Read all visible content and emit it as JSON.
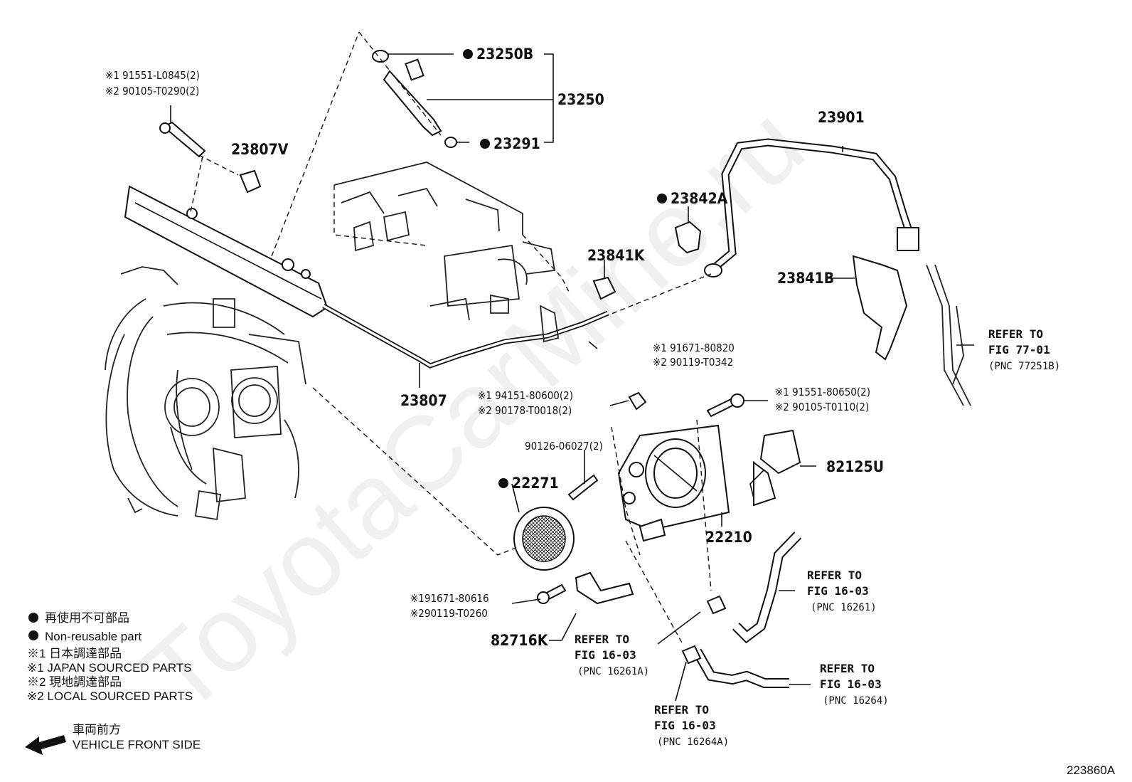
{
  "watermark": "ToyotaCarMine.ru",
  "figure_code": "223860A",
  "bullet": "●",
  "labels": {
    "p23250B": "23250B",
    "p23250": "23250",
    "p23291": "23291",
    "p23807V": "23807V",
    "p23842A": "23842A",
    "p23901": "23901",
    "p23841K": "23841K",
    "p23841B": "23841B",
    "p23807": "23807",
    "p22271": "22271",
    "p22210": "22210",
    "p82125U": "82125U",
    "p82716K": "82716K",
    "p90126": "90126-06027(2)"
  },
  "notes": {
    "bolt_top_1": "※1 91551-L0845(2)",
    "bolt_top_2": "※2 90105-T0290(2)",
    "bolt_mid_1": "※1 91671-80820",
    "bolt_mid_2": "※2 90119-T0342",
    "nut_1": "※1 94151-80600(2)",
    "nut_2": "※2 90178-T0018(2)",
    "bolt_tb_1": "※1 91551-80650(2)",
    "bolt_tb_2": "※2 90105-T0110(2)",
    "bolt_low_1": "※191671-80616",
    "bolt_low_2": "※290119-T0260"
  },
  "refs": {
    "r1": {
      "l1": "REFER TO",
      "l2": "FIG 77-01",
      "l3": "(PNC 77251B)"
    },
    "r2": {
      "l1": "REFER TO",
      "l2": "FIG 16-03",
      "l3": "(PNC 16261)"
    },
    "r3": {
      "l1": "REFER TO",
      "l2": "FIG 16-03",
      "l3": "(PNC 16261A)"
    },
    "r4": {
      "l1": "REFER TO",
      "l2": "FIG 16-03",
      "l3": "(PNC 16264)"
    },
    "r5": {
      "l1": "REFER TO",
      "l2": "FIG 16-03",
      "l3": "(PNC 16264A)"
    }
  },
  "legend": {
    "nonreusable_jp": "再使用不可部品",
    "nonreusable_en": "Non-reusable part",
    "japan_jp": "※1  日本調達部品",
    "japan_en": "※1  JAPAN SOURCED PARTS",
    "local_jp": "※2  現地調達部品",
    "local_en": "※2  LOCAL SOURCED PARTS",
    "front_jp": "車両前方",
    "front_en": "VEHICLE FRONT SIDE"
  }
}
